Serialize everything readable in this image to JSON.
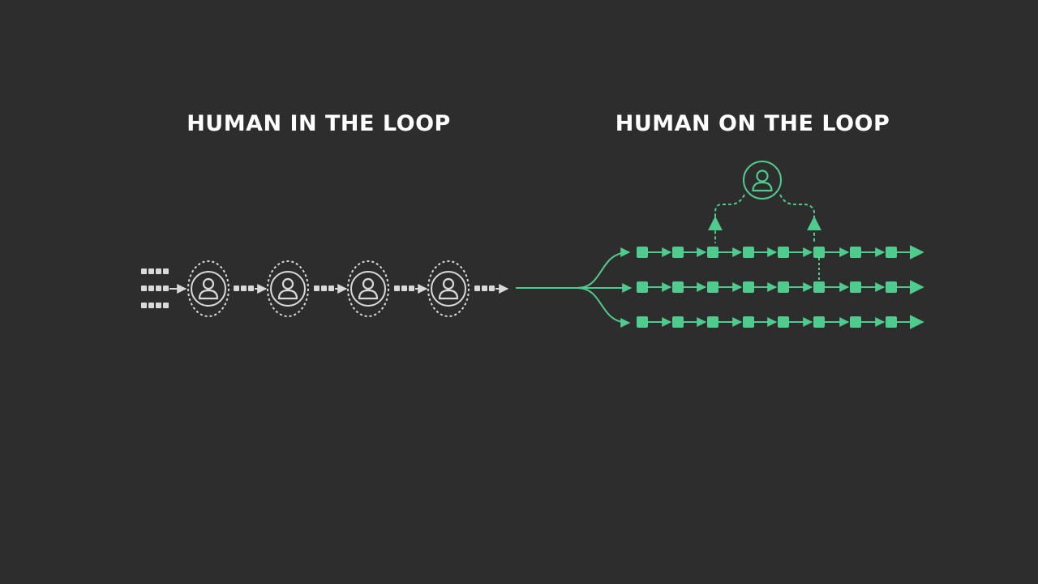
{
  "headings": {
    "in_the_loop": "HUMAN IN THE LOOP",
    "on_the_loop": "HUMAN ON THE LOOP"
  },
  "colors": {
    "background": "#2d2d2d",
    "neutral": "#d9d9d9",
    "accent": "#4ecb8d"
  },
  "icons": {
    "human_in_loop": "person-icon",
    "human_on_loop": "person-icon"
  },
  "in_the_loop": {
    "reviewer_count": 4,
    "queue_rows": 3
  },
  "on_the_loop": {
    "lanes": 3,
    "steps_per_lane": 8,
    "monitored_lane_row": 2
  }
}
